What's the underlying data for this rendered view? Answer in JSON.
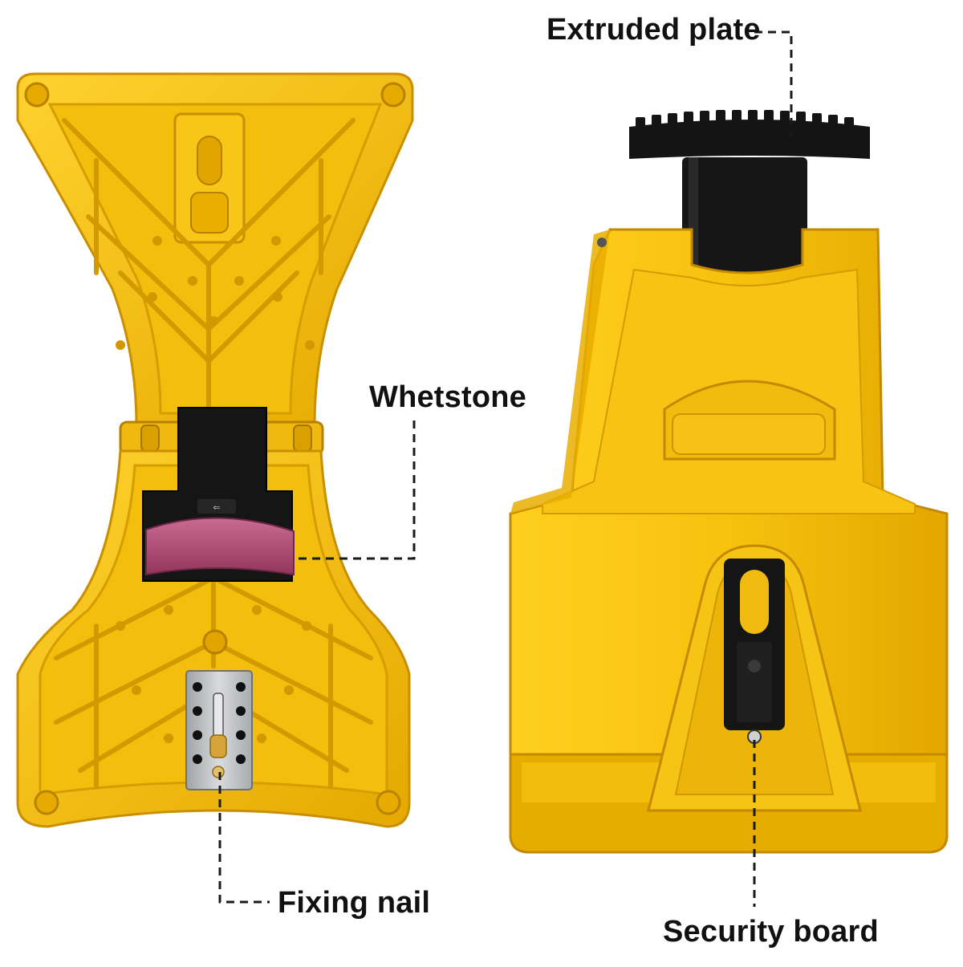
{
  "labels": {
    "extruded_plate": "Extruded plate",
    "whetstone": "Whetstone",
    "fixing_nail": "Fixing nail",
    "security_board": "Security board"
  },
  "colors": {
    "body_yellow": "#F5C211",
    "body_yellow_dark": "#D79F00",
    "body_yellow_light": "#FFD93A",
    "rib": "#E0A800",
    "black_part": "#141414",
    "whetstone_pink": "#B8507A",
    "steel": "#BFC2C5",
    "callout_line": "#1a1a1a"
  },
  "icons": {
    "open_sharpener": "chainsaw-sharpener-open-view-illustration",
    "closed_sharpener": "chainsaw-sharpener-closed-view-illustration"
  }
}
